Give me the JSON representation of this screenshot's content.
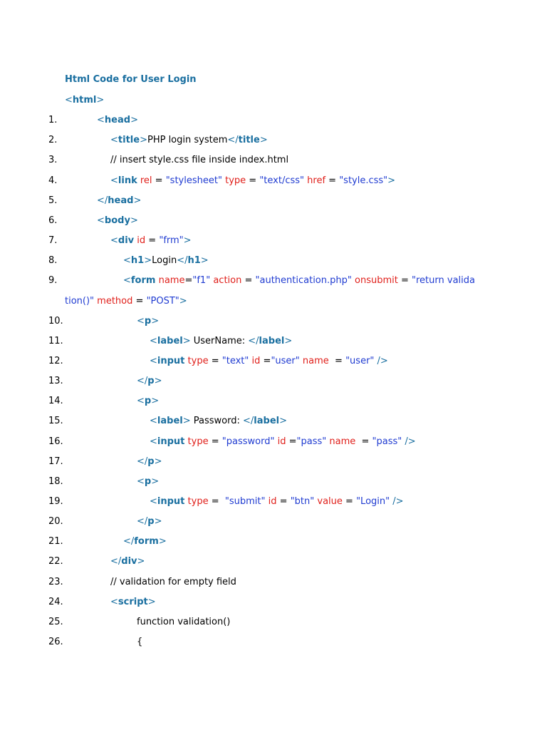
{
  "heading": "Html Code for User Login",
  "lines": [
    {
      "num": "",
      "indent": 0,
      "parts": [
        [
          "tag",
          "<"
        ],
        [
          "tagb",
          "html"
        ],
        [
          "tag",
          ">"
        ]
      ]
    },
    {
      "num": "1.",
      "indent": 1,
      "parts": [
        [
          "tag",
          "<"
        ],
        [
          "tagb",
          "head"
        ],
        [
          "tag",
          ">"
        ]
      ]
    },
    {
      "num": "2.",
      "indent": 2,
      "parts": [
        [
          "tag",
          "<"
        ],
        [
          "tagb",
          "title"
        ],
        [
          "tag",
          ">"
        ],
        [
          "txt",
          "PHP login system"
        ],
        [
          "tag",
          "</"
        ],
        [
          "tagb",
          "title"
        ],
        [
          "tag",
          ">"
        ]
      ]
    },
    {
      "num": "3.",
      "indent": 2,
      "parts": [
        [
          "txt",
          "// insert style.css file inside index.html"
        ]
      ]
    },
    {
      "num": "4.",
      "indent": 2,
      "parts": [
        [
          "tag",
          "<"
        ],
        [
          "tagb",
          "link"
        ],
        [
          "txt",
          " "
        ],
        [
          "attr",
          "rel"
        ],
        [
          "txt",
          " = "
        ],
        [
          "val",
          "\"stylesheet\""
        ],
        [
          "txt",
          " "
        ],
        [
          "attr",
          "type"
        ],
        [
          "txt",
          " = "
        ],
        [
          "val",
          "\"text/css\""
        ],
        [
          "txt",
          " "
        ],
        [
          "attr",
          "href"
        ],
        [
          "txt",
          " = "
        ],
        [
          "val",
          "\"style.css\""
        ],
        [
          "tag",
          ">"
        ]
      ]
    },
    {
      "num": "5.",
      "indent": 1,
      "parts": [
        [
          "tag",
          "</"
        ],
        [
          "tagb",
          "head"
        ],
        [
          "tag",
          ">"
        ]
      ]
    },
    {
      "num": "6.",
      "indent": 1,
      "parts": [
        [
          "tag",
          "<"
        ],
        [
          "tagb",
          "body"
        ],
        [
          "tag",
          ">"
        ]
      ]
    },
    {
      "num": "7.",
      "indent": 2,
      "parts": [
        [
          "tag",
          "<"
        ],
        [
          "tagb",
          "div"
        ],
        [
          "txt",
          " "
        ],
        [
          "attr",
          "id"
        ],
        [
          "txt",
          " = "
        ],
        [
          "val",
          "\"frm\""
        ],
        [
          "tag",
          ">"
        ]
      ]
    },
    {
      "num": "8.",
      "indent": 3,
      "parts": [
        [
          "tag",
          "<"
        ],
        [
          "tagb",
          "h1"
        ],
        [
          "tag",
          ">"
        ],
        [
          "txt",
          "Login"
        ],
        [
          "tag",
          "</"
        ],
        [
          "tagb",
          "h1"
        ],
        [
          "tag",
          ">"
        ]
      ]
    },
    {
      "num": "9.",
      "indent": 3,
      "parts": [
        [
          "tag",
          "<"
        ],
        [
          "tagb",
          "form"
        ],
        [
          "txt",
          " "
        ],
        [
          "attr",
          "name"
        ],
        [
          "txt",
          "="
        ],
        [
          "val",
          "\"f1\""
        ],
        [
          "txt",
          " "
        ],
        [
          "attr",
          "action"
        ],
        [
          "txt",
          " = "
        ],
        [
          "val",
          "\"authentication.php\""
        ],
        [
          "txt",
          " "
        ],
        [
          "attr",
          "onsubmit"
        ],
        [
          "txt",
          " = "
        ],
        [
          "val",
          "\"return valida"
        ]
      ]
    },
    {
      "num": "",
      "indent": 0,
      "parts": [
        [
          "val",
          "tion()\""
        ],
        [
          "txt",
          " "
        ],
        [
          "attr",
          "method"
        ],
        [
          "txt",
          " = "
        ],
        [
          "val",
          "\"POST\""
        ],
        [
          "tag",
          ">"
        ]
      ]
    },
    {
      "num": "10.",
      "indent": 4,
      "parts": [
        [
          "tag",
          "<"
        ],
        [
          "tagb",
          "p"
        ],
        [
          "tag",
          ">"
        ]
      ]
    },
    {
      "num": "11.",
      "indent": 5,
      "parts": [
        [
          "tag",
          "<"
        ],
        [
          "tagb",
          "label"
        ],
        [
          "tag",
          ">"
        ],
        [
          "txt",
          " UserName: "
        ],
        [
          "tag",
          "</"
        ],
        [
          "tagb",
          "label"
        ],
        [
          "tag",
          ">"
        ]
      ]
    },
    {
      "num": "12.",
      "indent": 5,
      "parts": [
        [
          "tag",
          "<"
        ],
        [
          "tagb",
          "input"
        ],
        [
          "txt",
          " "
        ],
        [
          "attr",
          "type"
        ],
        [
          "txt",
          " = "
        ],
        [
          "val",
          "\"text\""
        ],
        [
          "txt",
          " "
        ],
        [
          "attr",
          "id"
        ],
        [
          "txt",
          " ="
        ],
        [
          "val",
          "\"user\""
        ],
        [
          "txt",
          " "
        ],
        [
          "attr",
          "name"
        ],
        [
          "txt",
          "  = "
        ],
        [
          "val",
          "\"user\""
        ],
        [
          "txt",
          " "
        ],
        [
          "tag",
          "/>"
        ]
      ]
    },
    {
      "num": "13.",
      "indent": 4,
      "parts": [
        [
          "tag",
          "</"
        ],
        [
          "tagb",
          "p"
        ],
        [
          "tag",
          ">"
        ]
      ]
    },
    {
      "num": "14.",
      "indent": 4,
      "parts": [
        [
          "tag",
          "<"
        ],
        [
          "tagb",
          "p"
        ],
        [
          "tag",
          ">"
        ]
      ]
    },
    {
      "num": "15.",
      "indent": 5,
      "parts": [
        [
          "tag",
          "<"
        ],
        [
          "tagb",
          "label"
        ],
        [
          "tag",
          ">"
        ],
        [
          "txt",
          " Password: "
        ],
        [
          "tag",
          "</"
        ],
        [
          "tagb",
          "label"
        ],
        [
          "tag",
          ">"
        ]
      ]
    },
    {
      "num": "16.",
      "indent": 5,
      "parts": [
        [
          "tag",
          "<"
        ],
        [
          "tagb",
          "input"
        ],
        [
          "txt",
          " "
        ],
        [
          "attr",
          "type"
        ],
        [
          "txt",
          " = "
        ],
        [
          "val",
          "\"password\""
        ],
        [
          "txt",
          " "
        ],
        [
          "attr",
          "id"
        ],
        [
          "txt",
          " ="
        ],
        [
          "val",
          "\"pass\""
        ],
        [
          "txt",
          " "
        ],
        [
          "attr",
          "name"
        ],
        [
          "txt",
          "  = "
        ],
        [
          "val",
          "\"pass\""
        ],
        [
          "txt",
          " "
        ],
        [
          "tag",
          "/>"
        ]
      ]
    },
    {
      "num": "17.",
      "indent": 4,
      "parts": [
        [
          "tag",
          "</"
        ],
        [
          "tagb",
          "p"
        ],
        [
          "tag",
          ">"
        ]
      ]
    },
    {
      "num": "18.",
      "indent": 4,
      "parts": [
        [
          "tag",
          "<"
        ],
        [
          "tagb",
          "p"
        ],
        [
          "tag",
          ">"
        ]
      ]
    },
    {
      "num": "19.",
      "indent": 5,
      "parts": [
        [
          "tag",
          "<"
        ],
        [
          "tagb",
          "input"
        ],
        [
          "txt",
          " "
        ],
        [
          "attr",
          "type"
        ],
        [
          "txt",
          " =  "
        ],
        [
          "val",
          "\"submit\""
        ],
        [
          "txt",
          " "
        ],
        [
          "attr",
          "id"
        ],
        [
          "txt",
          " = "
        ],
        [
          "val",
          "\"btn\""
        ],
        [
          "txt",
          " "
        ],
        [
          "attr",
          "value"
        ],
        [
          "txt",
          " = "
        ],
        [
          "val",
          "\"Login\""
        ],
        [
          "txt",
          " "
        ],
        [
          "tag",
          "/>"
        ]
      ]
    },
    {
      "num": "20.",
      "indent": 4,
      "parts": [
        [
          "tag",
          "</"
        ],
        [
          "tagb",
          "p"
        ],
        [
          "tag",
          ">"
        ]
      ]
    },
    {
      "num": "21.",
      "indent": 3,
      "parts": [
        [
          "tag",
          "</"
        ],
        [
          "tagb",
          "form"
        ],
        [
          "tag",
          ">"
        ]
      ]
    },
    {
      "num": "22.",
      "indent": 2,
      "parts": [
        [
          "tag",
          "</"
        ],
        [
          "tagb",
          "div"
        ],
        [
          "tag",
          ">"
        ]
      ]
    },
    {
      "num": "23.",
      "indent": 2,
      "parts": [
        [
          "txt",
          "// validation for empty field"
        ]
      ]
    },
    {
      "num": "24.",
      "indent": 2,
      "parts": [
        [
          "tag",
          "<"
        ],
        [
          "tagb",
          "script"
        ],
        [
          "tag",
          ">"
        ]
      ]
    },
    {
      "num": "25.",
      "indent": 4,
      "parts": [
        [
          "txt",
          "function validation()"
        ]
      ]
    },
    {
      "num": "26.",
      "indent": 4,
      "parts": [
        [
          "txt",
          "{"
        ]
      ]
    }
  ]
}
